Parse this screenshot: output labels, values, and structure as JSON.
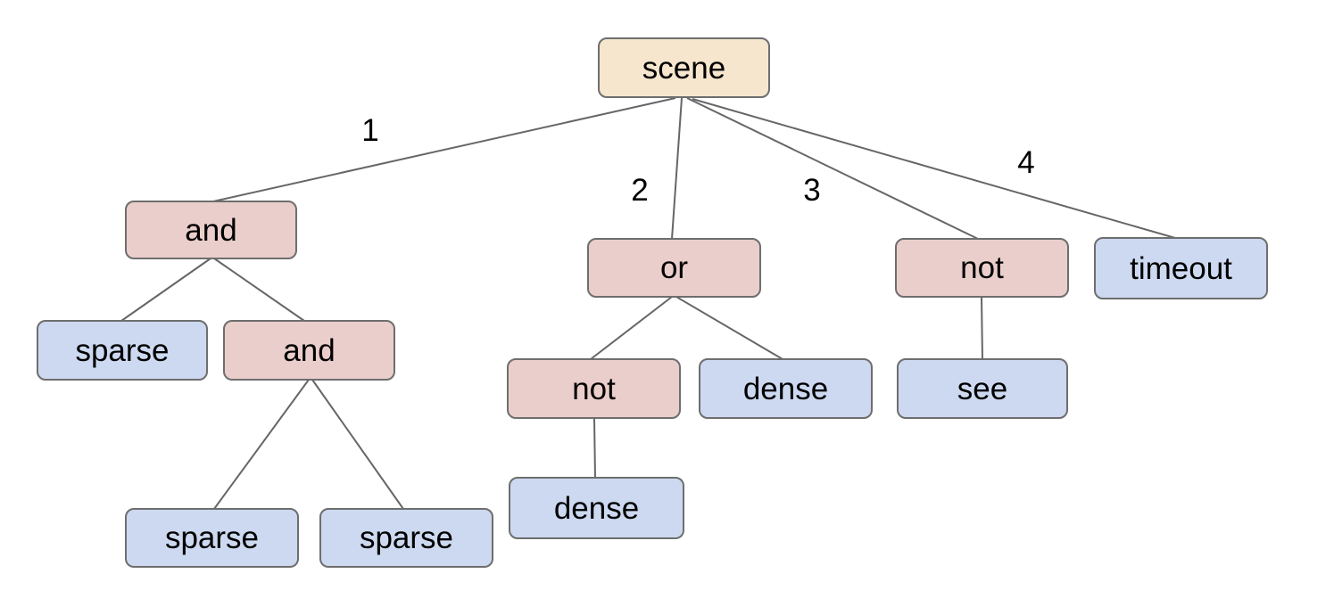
{
  "colors": {
    "background": "#ffffff",
    "root_fill": "#f5e6cd",
    "operator_fill": "#eacecb",
    "leaf_fill": "#cdd9f0",
    "node_border": "#6e6e6e",
    "edge_line": "#666666",
    "text": "#000000"
  },
  "nodes": [
    {
      "id": "scene",
      "label": "scene",
      "kind": "root"
    },
    {
      "id": "and-1",
      "label": "and",
      "kind": "operator"
    },
    {
      "id": "or-1",
      "label": "or",
      "kind": "operator"
    },
    {
      "id": "not-right",
      "label": "not",
      "kind": "operator"
    },
    {
      "id": "timeout-1",
      "label": "timeout",
      "kind": "leaf"
    },
    {
      "id": "sparse-left",
      "label": "sparse",
      "kind": "leaf"
    },
    {
      "id": "and-2",
      "label": "and",
      "kind": "operator"
    },
    {
      "id": "not-mid",
      "label": "not",
      "kind": "operator"
    },
    {
      "id": "dense-right",
      "label": "dense",
      "kind": "leaf"
    },
    {
      "id": "see-1",
      "label": "see",
      "kind": "leaf"
    },
    {
      "id": "dense-bottom",
      "label": "dense",
      "kind": "leaf"
    },
    {
      "id": "sparse-bottom-1",
      "label": "sparse",
      "kind": "leaf"
    },
    {
      "id": "sparse-bottom-2",
      "label": "sparse",
      "kind": "leaf"
    }
  ],
  "edges": [
    {
      "from": "scene",
      "to": "and-1",
      "label": "1"
    },
    {
      "from": "scene",
      "to": "or-1",
      "label": "2"
    },
    {
      "from": "scene",
      "to": "not-right",
      "label": "3"
    },
    {
      "from": "scene",
      "to": "timeout-1",
      "label": "4"
    },
    {
      "from": "and-1",
      "to": "sparse-left",
      "label": ""
    },
    {
      "from": "and-1",
      "to": "and-2",
      "label": ""
    },
    {
      "from": "and-2",
      "to": "sparse-bottom-1",
      "label": ""
    },
    {
      "from": "and-2",
      "to": "sparse-bottom-2",
      "label": ""
    },
    {
      "from": "or-1",
      "to": "not-mid",
      "label": ""
    },
    {
      "from": "or-1",
      "to": "dense-right",
      "label": ""
    },
    {
      "from": "not-mid",
      "to": "dense-bottom",
      "label": ""
    },
    {
      "from": "not-right",
      "to": "see-1",
      "label": ""
    }
  ]
}
